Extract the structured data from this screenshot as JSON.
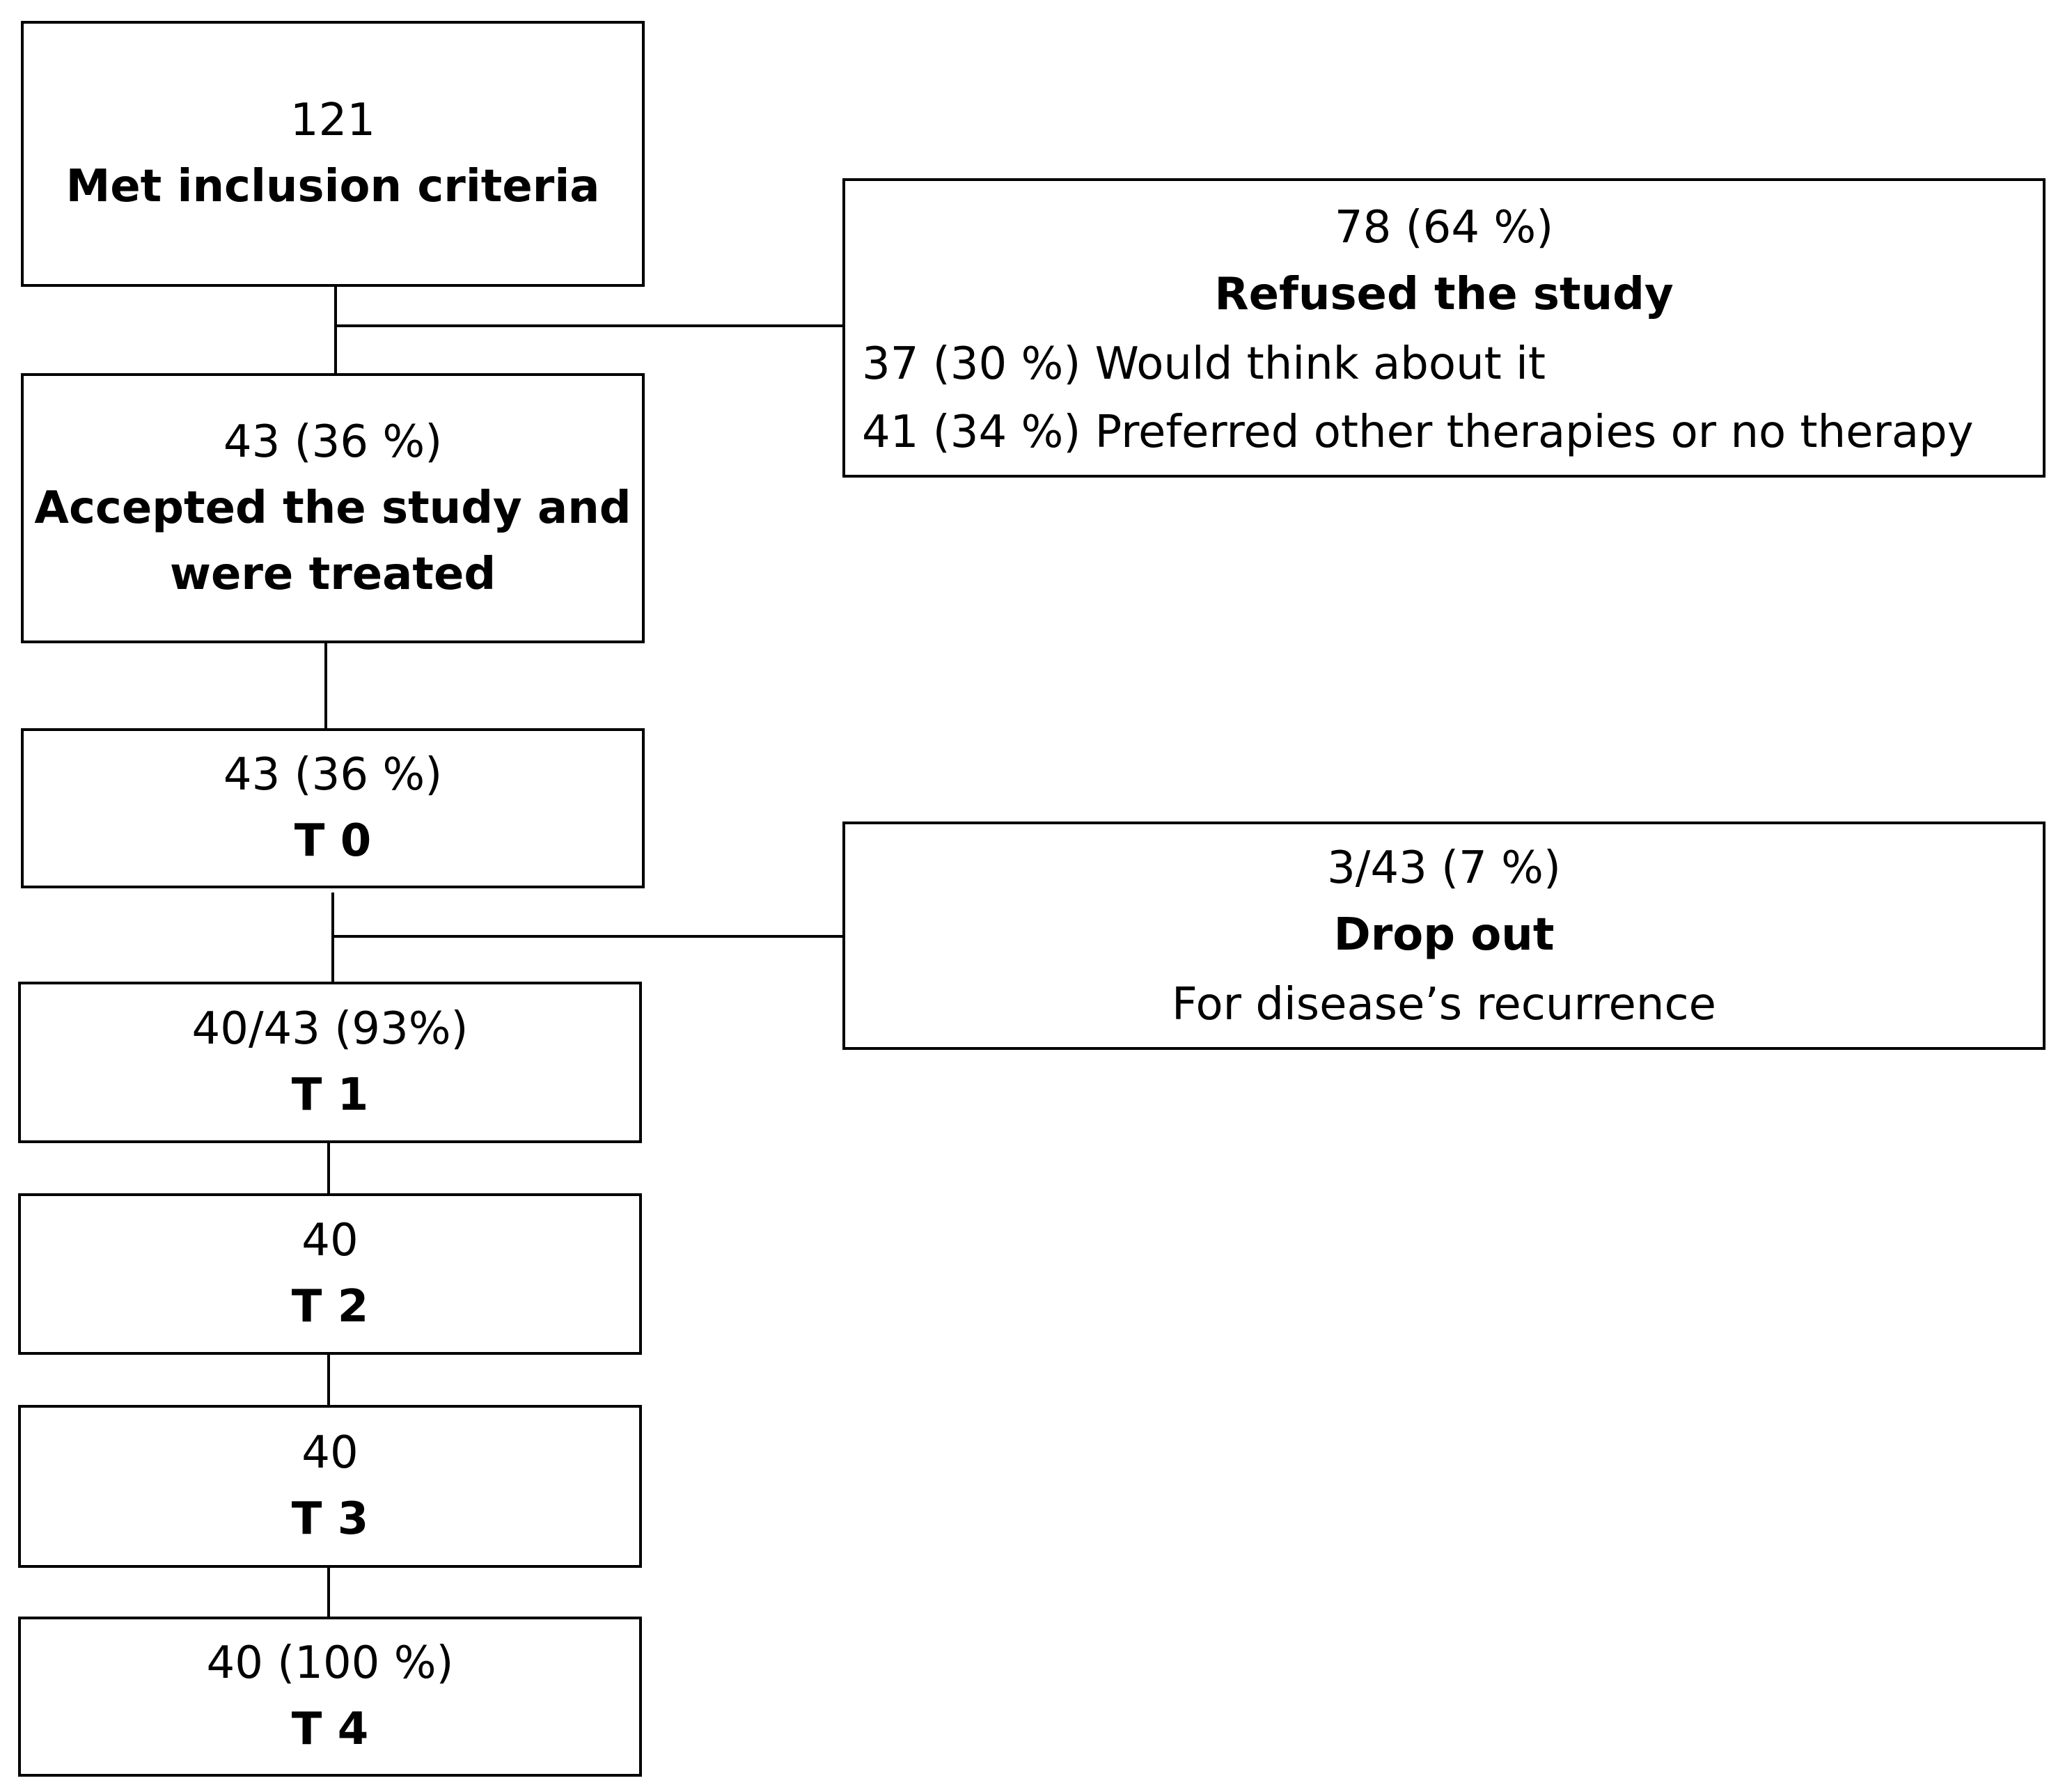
{
  "boxes": {
    "inclusion": {
      "count": "121",
      "label": "Met inclusion criteria"
    },
    "accepted": {
      "count": "43 (36 %)",
      "label_line1": "Accepted the study and",
      "label_line2": "were treated"
    },
    "refused": {
      "count": "78 (64 %)",
      "label": "Refused the study",
      "reasons": [
        "37 (30 %) Would think about it",
        "41 (34 %) Preferred other therapies or no therapy"
      ]
    },
    "t0": {
      "count": "43 (36 %)",
      "label": "T 0"
    },
    "dropout": {
      "count": "3/43 (7 %)",
      "label": "Drop out",
      "reason": "For disease’s recurrence"
    },
    "t1": {
      "count": "40/43 (93%)",
      "label": "T 1"
    },
    "t2": {
      "count": "40",
      "label": "T 2"
    },
    "t3": {
      "count": "40",
      "label": "T 3"
    },
    "t4": {
      "count": "40 (100 %)",
      "label": "T 4"
    }
  }
}
